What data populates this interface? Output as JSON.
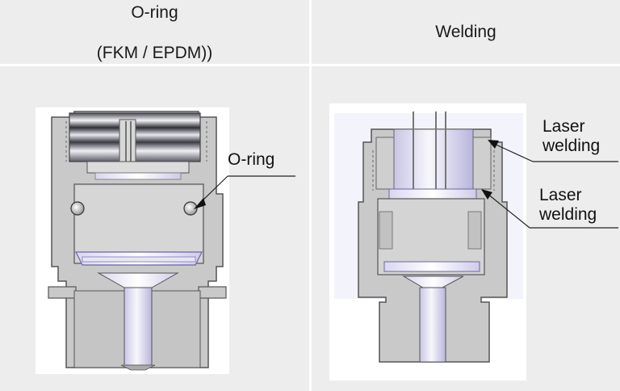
{
  "header": {
    "left_title_line1": "O-ring",
    "left_title_line2": "(FKM / EPDM))",
    "right_title": "Welding"
  },
  "callouts": {
    "oring": "O-ring",
    "laser_welding_top": [
      "Laser",
      "welding"
    ],
    "laser_welding_bottom": [
      "Laser",
      "welding"
    ]
  },
  "colors": {
    "background": "#ededed",
    "grid": "#ffffff",
    "metal": "#c8c8c8",
    "metal_edge": "#555555",
    "seal_violet": "#b9b6e6"
  }
}
